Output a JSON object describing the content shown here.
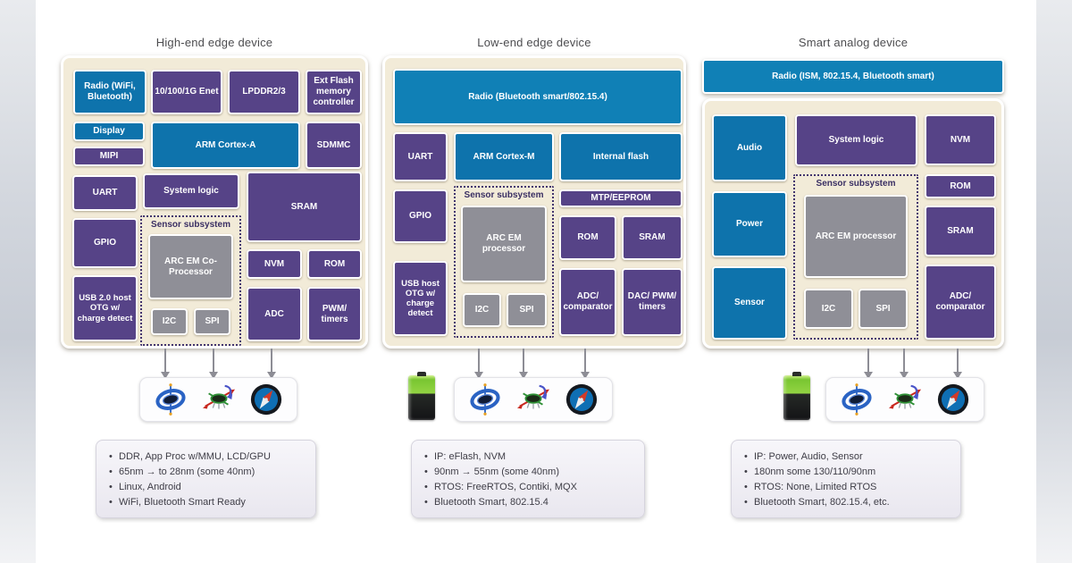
{
  "colors": {
    "block_blue": "#0e73ac",
    "radio_blue": "#1080b6",
    "block_purple": "#564387",
    "block_gray": "#8f8f97",
    "panel_beige": "#f2ebd8",
    "arrow_gray": "#8d8d95",
    "battery_green": "#93d443"
  },
  "devices": [
    {
      "title": "High-end edge device",
      "blocks": {
        "radio": "Radio (WiFi, Bluetooth)",
        "enet": "10/100/1G Enet",
        "lpddr": "LPDDR2/3",
        "ext_flash": "Ext Flash memory controller",
        "display": "Display",
        "mipi": "MIPI",
        "cpu": "ARM Cortex-A",
        "sdmmc": "SDMMC",
        "uart": "UART",
        "system_logic": "System logic",
        "sram": "SRAM",
        "gpio": "GPIO",
        "usb": "USB 2.0 host OTG w/ charge detect",
        "sensor_subsystem": "Sensor subsystem",
        "arc_em": "ARC EM Co-Processor",
        "i2c": "I2C",
        "spi": "SPI",
        "nvm": "NVM",
        "rom": "ROM",
        "adc": "ADC",
        "pwm": "PWM/ timers"
      },
      "notes": [
        "DDR, App Proc w/MMU, LCD/GPU",
        "65nm → to 28nm (some 40nm)",
        "Linux, Android",
        "WiFi, Bluetooth Smart Ready"
      ]
    },
    {
      "title": "Low-end edge device",
      "blocks": {
        "radio": "Radio (Bluetooth smart/802.15.4)",
        "uart": "UART",
        "cpu": "ARM Cortex-M",
        "internal_flash": "Internal flash",
        "gpio": "GPIO",
        "usb": "USB host OTG w/ charge detect",
        "sensor_subsystem": "Sensor subsystem",
        "arc_em": "ARC EM processor",
        "i2c": "I2C",
        "spi": "SPI",
        "mtp": "MTP/EEPROM",
        "rom": "ROM",
        "sram": "SRAM",
        "adc": "ADC/ comparator",
        "dac": "DAC/ PWM/ timers"
      },
      "notes": [
        "IP: eFlash, NVM",
        "90nm → 55nm (some 40nm)",
        "RTOS: FreeRTOS, Contiki, MQX",
        "Bluetooth Smart, 802.15.4"
      ]
    },
    {
      "title": "Smart analog device",
      "blocks": {
        "radio": "Radio (ISM, 802.15.4, Bluetooth smart)",
        "audio": "Audio",
        "power": "Power",
        "sensor": "Sensor",
        "system_logic": "System logic",
        "nvm": "NVM",
        "rom": "ROM",
        "sram": "SRAM",
        "adc": "ADC/ comparator",
        "sensor_subsystem": "Sensor subsystem",
        "arc_em": "ARC EM processor",
        "i2c": "I2C",
        "spi": "SPI"
      },
      "notes": [
        "IP: Power, Audio, Sensor",
        "180nm some 130/110/90nm",
        "RTOS: None, Limited RTOS",
        "Bluetooth Smart, 802.15.4, etc."
      ]
    }
  ],
  "icons": {
    "gyroscope": "gyroscope-icon",
    "accelerometer": "accelerometer-icon",
    "compass": "compass-icon",
    "battery": "battery-icon"
  }
}
